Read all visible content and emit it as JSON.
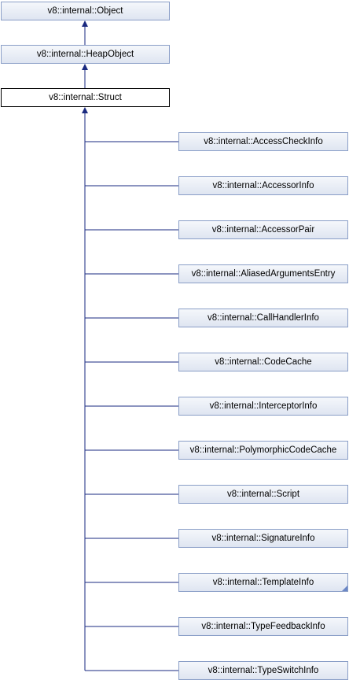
{
  "diagram": {
    "line_color": "#1a2a80",
    "ancestors": [
      {
        "id": "object",
        "label": "v8::internal::Object"
      },
      {
        "id": "heapobject",
        "label": "v8::internal::HeapObject"
      }
    ],
    "current": {
      "id": "struct",
      "label": "v8::internal::Struct"
    },
    "children": [
      {
        "id": "accesscheckinfo",
        "label": "v8::internal::AccessCheckInfo",
        "has_more": false
      },
      {
        "id": "accessorinfo",
        "label": "v8::internal::AccessorInfo",
        "has_more": false
      },
      {
        "id": "accessorpair",
        "label": "v8::internal::AccessorPair",
        "has_more": false
      },
      {
        "id": "aliasedargumentsentry",
        "label": "v8::internal::AliasedArgumentsEntry",
        "has_more": false
      },
      {
        "id": "callhandlerinfo",
        "label": "v8::internal::CallHandlerInfo",
        "has_more": false
      },
      {
        "id": "codecache",
        "label": "v8::internal::CodeCache",
        "has_more": false
      },
      {
        "id": "interceptorinfo",
        "label": "v8::internal::InterceptorInfo",
        "has_more": false
      },
      {
        "id": "polymorphiccodecache",
        "label": "v8::internal::PolymorphicCodeCache",
        "has_more": false
      },
      {
        "id": "script",
        "label": "v8::internal::Script",
        "has_more": false
      },
      {
        "id": "signatureinfo",
        "label": "v8::internal::SignatureInfo",
        "has_more": false
      },
      {
        "id": "templateinfo",
        "label": "v8::internal::TemplateInfo",
        "has_more": true
      },
      {
        "id": "typefeedbackinfo",
        "label": "v8::internal::TypeFeedbackInfo",
        "has_more": false
      },
      {
        "id": "typeswitchinfo",
        "label": "v8::internal::TypeSwitchInfo",
        "has_more": false
      }
    ]
  }
}
